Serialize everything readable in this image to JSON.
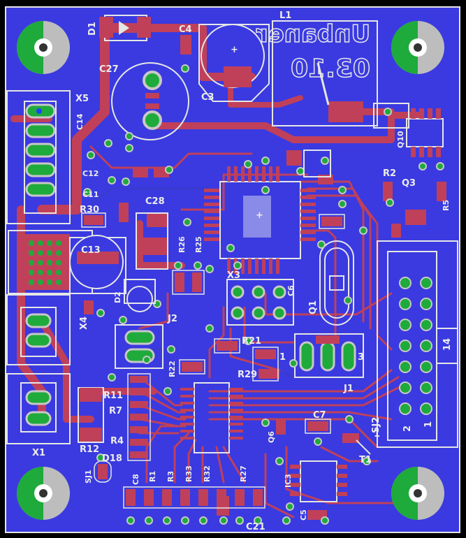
{
  "board": {
    "background": "#000000",
    "substrate": "#3a3ae0",
    "copper_top": "#c0405a",
    "via_color": "#1faa3c",
    "silkscreen": "#e6e6e6"
  },
  "mirrored_text": {
    "title": "Unbaner",
    "code": "03.10"
  },
  "pin_markers": {
    "j3_14": "14",
    "j3_1": "1",
    "j3_2": "2",
    "j1_1": "1",
    "j1_3": "3",
    "sj2_1": "1"
  },
  "labels": {
    "D1": "D1",
    "C4": "C4",
    "L1": "L1",
    "C27": "C27",
    "C3": "C3",
    "D2": "D2",
    "X5": "X5",
    "C12": "C12",
    "C11": "C11",
    "C28": "C28",
    "C14": "C14",
    "R30": "R30",
    "R2": "R2",
    "R5": "R5",
    "Q10": "Q10",
    "Q3": "Q3",
    "C13": "C13",
    "X4": "X4",
    "X1": "X1",
    "X3": "X3",
    "Q1": "Q1",
    "J2": "J2",
    "J1": "J1",
    "R26": "R26",
    "R25": "R25",
    "R21": "R21",
    "R29": "R29",
    "R22": "R22",
    "R11": "R11",
    "R7": "R7",
    "R4": "R4",
    "R12": "R12",
    "SJ1": "SJ1",
    "D18": "D18",
    "R1": "R1",
    "R3": "R3",
    "R33": "R33",
    "R32": "R32",
    "R27": "R27",
    "C8": "C8",
    "C7": "C7",
    "C5": "C5",
    "C21": "C21",
    "T1": "T1",
    "SJ2": "SJ2",
    "Q6": "Q6",
    "IC3": "IC3",
    "C6": "C6"
  }
}
